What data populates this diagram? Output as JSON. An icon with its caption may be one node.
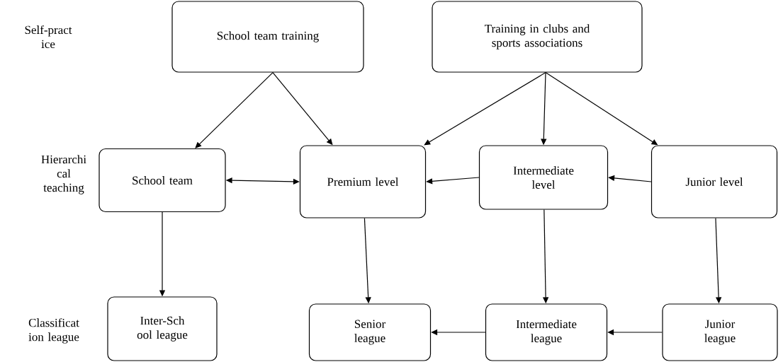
{
  "diagram": {
    "nodes": [
      {
        "text": [
          "School team training"
        ]
      },
      {
        "text": [
          "Training in clubs and sports associations"
        ]
      },
      {
        "text": [
          "School team"
        ]
      },
      {
        "text": [
          "Premium level"
        ]
      },
      {
        "text": [
          "Intermediate level"
        ]
      },
      {
        "text": [
          "Junior level"
        ]
      },
      {
        "text": [
          "Inter-Sch ool league"
        ]
      },
      {
        "text": [
          "Senior league"
        ]
      },
      {
        "text": [
          "Intermediate league"
        ]
      },
      {
        "text": [
          "Junior league"
        ]
      }
    ],
    "edges": [
      {
        "from": 0,
        "to": 2,
        "arrow": "to"
      },
      {
        "from": 0,
        "to": 3,
        "arrow": "to"
      },
      {
        "from": 1,
        "to": 3,
        "arrow": "to"
      },
      {
        "from": 1,
        "to": 4,
        "arrow": "to"
      },
      {
        "from": 1,
        "to": 5,
        "arrow": "to"
      },
      {
        "from": 2,
        "to": 3,
        "arrow": "both"
      },
      {
        "from": 4,
        "to": 3,
        "arrow": "to"
      },
      {
        "from": 5,
        "to": 4,
        "arrow": "to"
      },
      {
        "from": 2,
        "to": 6,
        "arrow": "to"
      },
      {
        "from": 3,
        "to": 7,
        "arrow": "to"
      },
      {
        "from": 4,
        "to": 8,
        "arrow": "to"
      },
      {
        "from": 5,
        "to": 9,
        "arrow": "to"
      },
      {
        "from": 8,
        "to": 7,
        "arrow": "to"
      },
      {
        "from": 9,
        "to": 8,
        "arrow": "to"
      }
    ],
    "labels": [
      "Self-pract ice",
      "Hierarchi cal teaching",
      "Classificat ion league"
    ]
  }
}
